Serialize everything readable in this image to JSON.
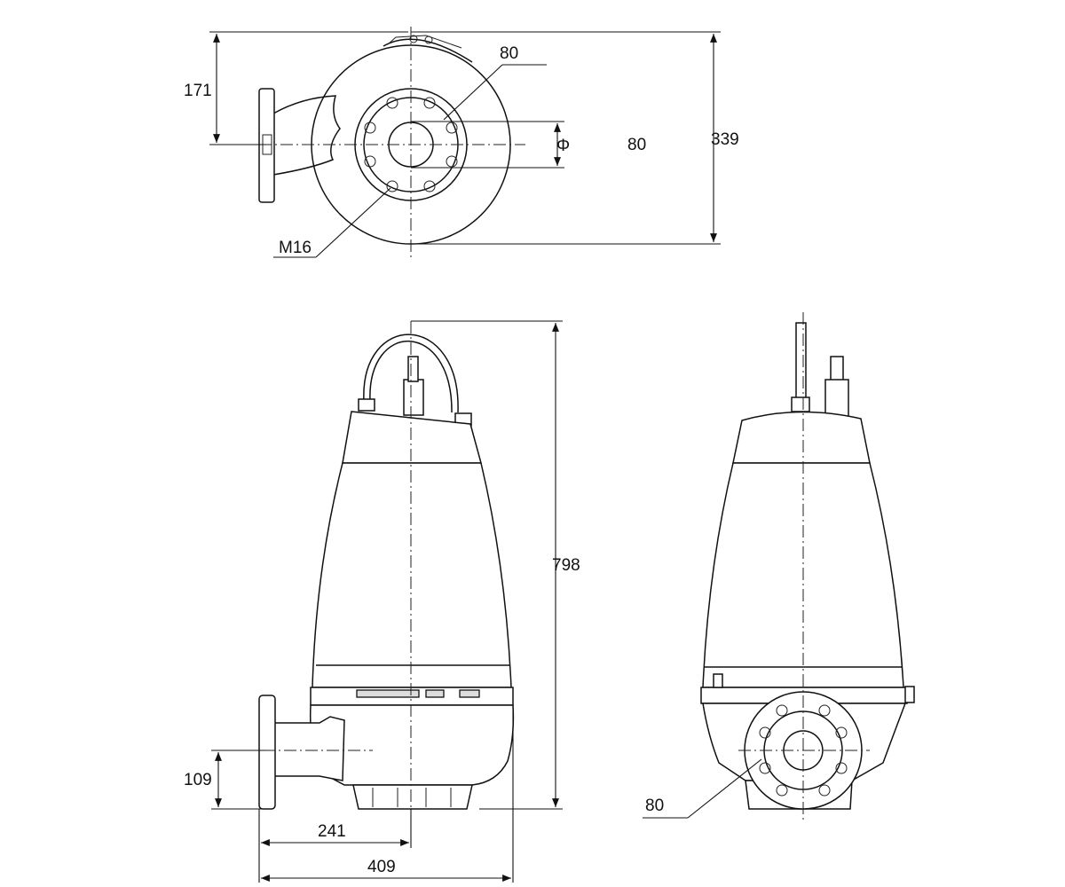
{
  "labels": {
    "top_height": "171",
    "top_diameter_callout": "80",
    "phi_symbol": "Φ",
    "phi_value": "80",
    "top_width": "339",
    "bolt_thread": "M16",
    "overall_height": "798",
    "outlet_height": "109",
    "outlet_offset": "241",
    "overall_depth": "409",
    "side_flange_callout": "80"
  }
}
